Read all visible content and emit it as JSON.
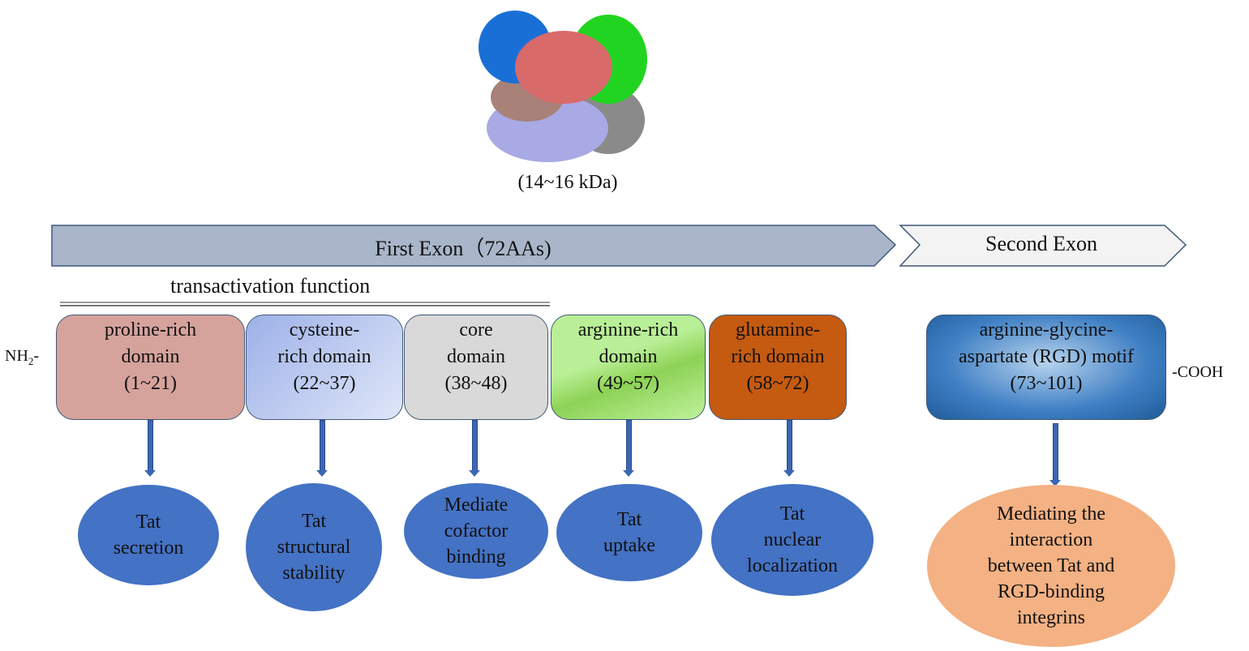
{
  "protein": {
    "image_alt": "Tat protein space-filling structure colored by domain",
    "mass_label": "(14~16 kDa)",
    "colors": [
      "#1a6fd6",
      "#d86a6a",
      "#22d422",
      "#a88278",
      "#a9a9e6",
      "#8a8a8a"
    ]
  },
  "exons": {
    "first": {
      "label": "First Exon（72AAs)",
      "color": "#a9b6ca"
    },
    "second": {
      "label": "Second Exon",
      "color": "#f3f3f3"
    }
  },
  "transactivation_label": "transactivation function",
  "termini": {
    "n": "NH",
    "n_sub": "2",
    "c": "COOH"
  },
  "domains": [
    {
      "name": "proline-rich domain",
      "lines": [
        "proline-rich",
        "domain",
        "(1~21)"
      ],
      "range": "1~21",
      "color": "#d6a39c"
    },
    {
      "name": "cysteine-rich domain",
      "lines": [
        "cysteine-",
        "rich domain",
        "(22~37)"
      ],
      "range": "22~37",
      "color": "#b4c4ef"
    },
    {
      "name": "core domain",
      "lines": [
        "core",
        "domain",
        "(38~48)"
      ],
      "range": "38~48",
      "color": "#d9d9d9"
    },
    {
      "name": "arginine-rich domain",
      "lines": [
        "arginine-rich",
        "domain",
        "(49~57)"
      ],
      "range": "49~57",
      "color": "#a8e07d"
    },
    {
      "name": "glutamine-rich domain",
      "lines": [
        "glutamine-",
        "rich domain",
        "(58~72)"
      ],
      "range": "58~72",
      "color": "#c55a11"
    },
    {
      "name": "RGD motif",
      "lines": [
        "arginine-glycine-",
        "aspartate (RGD) motif",
        "(73~101)"
      ],
      "range": "73~101",
      "color": "#2e75b6"
    }
  ],
  "functions": [
    {
      "lines": [
        "Tat",
        "secretion"
      ]
    },
    {
      "lines": [
        "Tat",
        "structural",
        "stability"
      ]
    },
    {
      "lines": [
        "Mediate",
        "cofactor",
        "binding"
      ]
    },
    {
      "lines": [
        "Tat",
        "uptake"
      ]
    },
    {
      "lines": [
        "Tat",
        "nuclear",
        "localization"
      ]
    },
    {
      "lines": [
        "Mediating the",
        "interaction",
        "between Tat and",
        "RGD-binding",
        "integrins"
      ]
    }
  ]
}
